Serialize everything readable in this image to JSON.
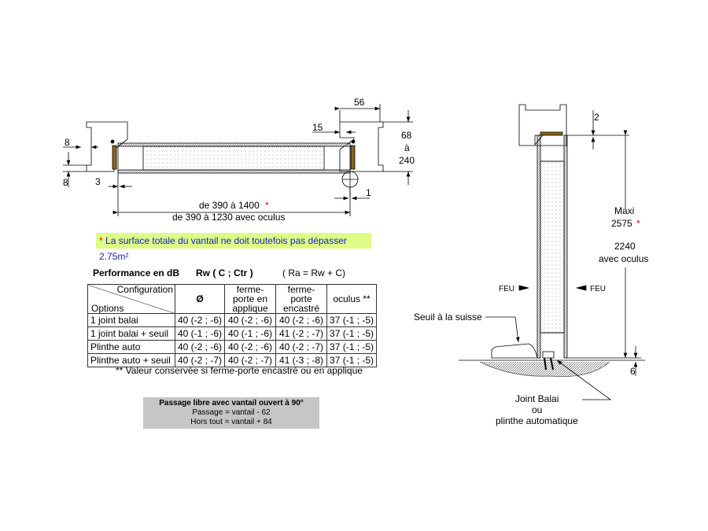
{
  "plan_view": {
    "dim_56": "56",
    "dim_15": "15",
    "dim_68": "68",
    "dim_a": "à",
    "dim_240": "240",
    "dim_8_top": "8",
    "dim_8_bottom": "8",
    "dim_3": "3",
    "dim_1": "1",
    "width_range": "de 390 à 1400",
    "width_range_oculus": "de 390 à 1230 avec oculus",
    "asterisk": "*"
  },
  "note": {
    "asterisk": "*",
    "text": "La surface totale du vantail ne doit toutefois pas dépasser 2.75m²"
  },
  "performance": {
    "title": "Performance  en dB",
    "rw": "Rw  ( C ; Ctr )",
    "ra": "( Ra =   Rw + C)",
    "header_config": "Configuration",
    "header_options": "Options",
    "columns": [
      "Ø",
      "ferme-porte en applique",
      "ferme-porte encastré",
      "oculus **"
    ],
    "rows": [
      {
        "option": "1 joint balai",
        "values": [
          "40 (-2 ; -6)",
          "40 (-2 ; -6)",
          "40 (-2 ; -6)",
          "37 (-1 ; -5)"
        ]
      },
      {
        "option": "1 joint balai + seuil",
        "values": [
          "40 (-1 ; -6)",
          "40 (-1 ; -6)",
          "41 (-2 ; -7)",
          "37 (-1 ; -5)"
        ]
      },
      {
        "option": "Plinthe auto",
        "values": [
          "40 (-2 ; -6)",
          "40 (-2 ; -6)",
          "40 (-2 ; -7)",
          "37 (-1 ; -5)"
        ]
      },
      {
        "option": "Plinthe auto + seuil",
        "values": [
          "40 (-2 ; -7)",
          "40 (-2 ; -7)",
          "41 (-3 ; -8)",
          "37 (-1 ; -5)"
        ]
      }
    ],
    "footnote": "** Valeur conservée si ferme-porte encastré ou en applique"
  },
  "passage": {
    "title": "Passage libre  avec vantail ouvert à 90°",
    "line1": "Passage = vantail -  62",
    "line2": "Hors tout = vantail + 84"
  },
  "section_view": {
    "dim_2": "2",
    "maxi": "Maxi",
    "maxi_value": "2575",
    "asterisk": "*",
    "oculus_value": "2240",
    "oculus_label": "avec oculus",
    "feu_left": "FEU",
    "feu_right": "FEU",
    "seuil_label": "Seuil à la suisse",
    "joint_line1": "Joint Balai",
    "joint_line2": "ou",
    "joint_line3": "plinthe automatique",
    "dim_6": "6"
  },
  "colors": {
    "wood": "#8a6418",
    "note_bg": "#ddfc88",
    "note_text": "#1a1acc",
    "asterisk": "#e00000",
    "passage_bg": "#c6c6c6"
  }
}
